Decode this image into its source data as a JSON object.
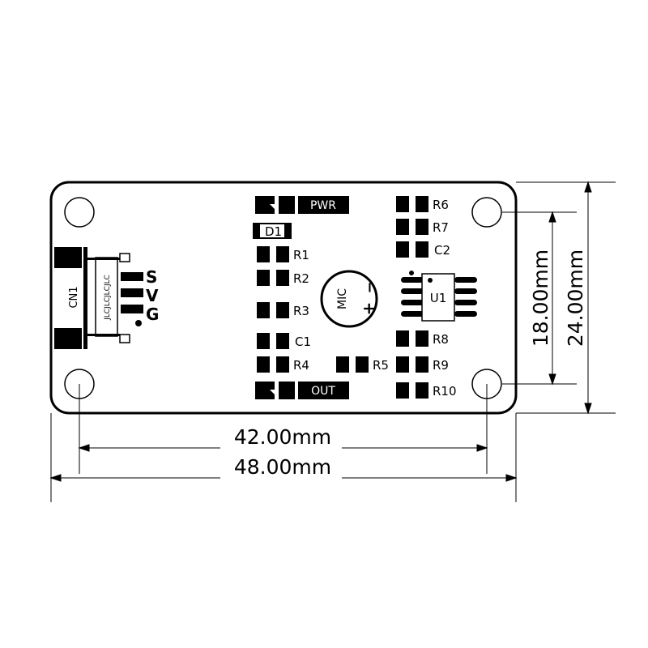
{
  "board": {
    "connector": {
      "ref": "CN1",
      "marking": "JLCJLCJLCJLC",
      "pins": [
        "S",
        "V",
        "G"
      ]
    },
    "indicators": {
      "power": "PWR",
      "output": "OUT"
    },
    "diode": "D1",
    "microphone": {
      "label": "MIC",
      "minus": "−",
      "plus": "+"
    },
    "ic": "U1",
    "resistors": {
      "r1": "R1",
      "r2": "R2",
      "r3": "R3",
      "r4": "R4",
      "r5": "R5",
      "r6": "R6",
      "r7": "R7",
      "r8": "R8",
      "r9": "R9",
      "r10": "R10"
    },
    "capacitors": {
      "c1": "C1",
      "c2": "C2"
    }
  },
  "dimensions": {
    "hole_spacing_width": "42.00mm",
    "board_width": "48.00mm",
    "hole_spacing_height": "18.00mm",
    "board_height": "24.00mm"
  }
}
